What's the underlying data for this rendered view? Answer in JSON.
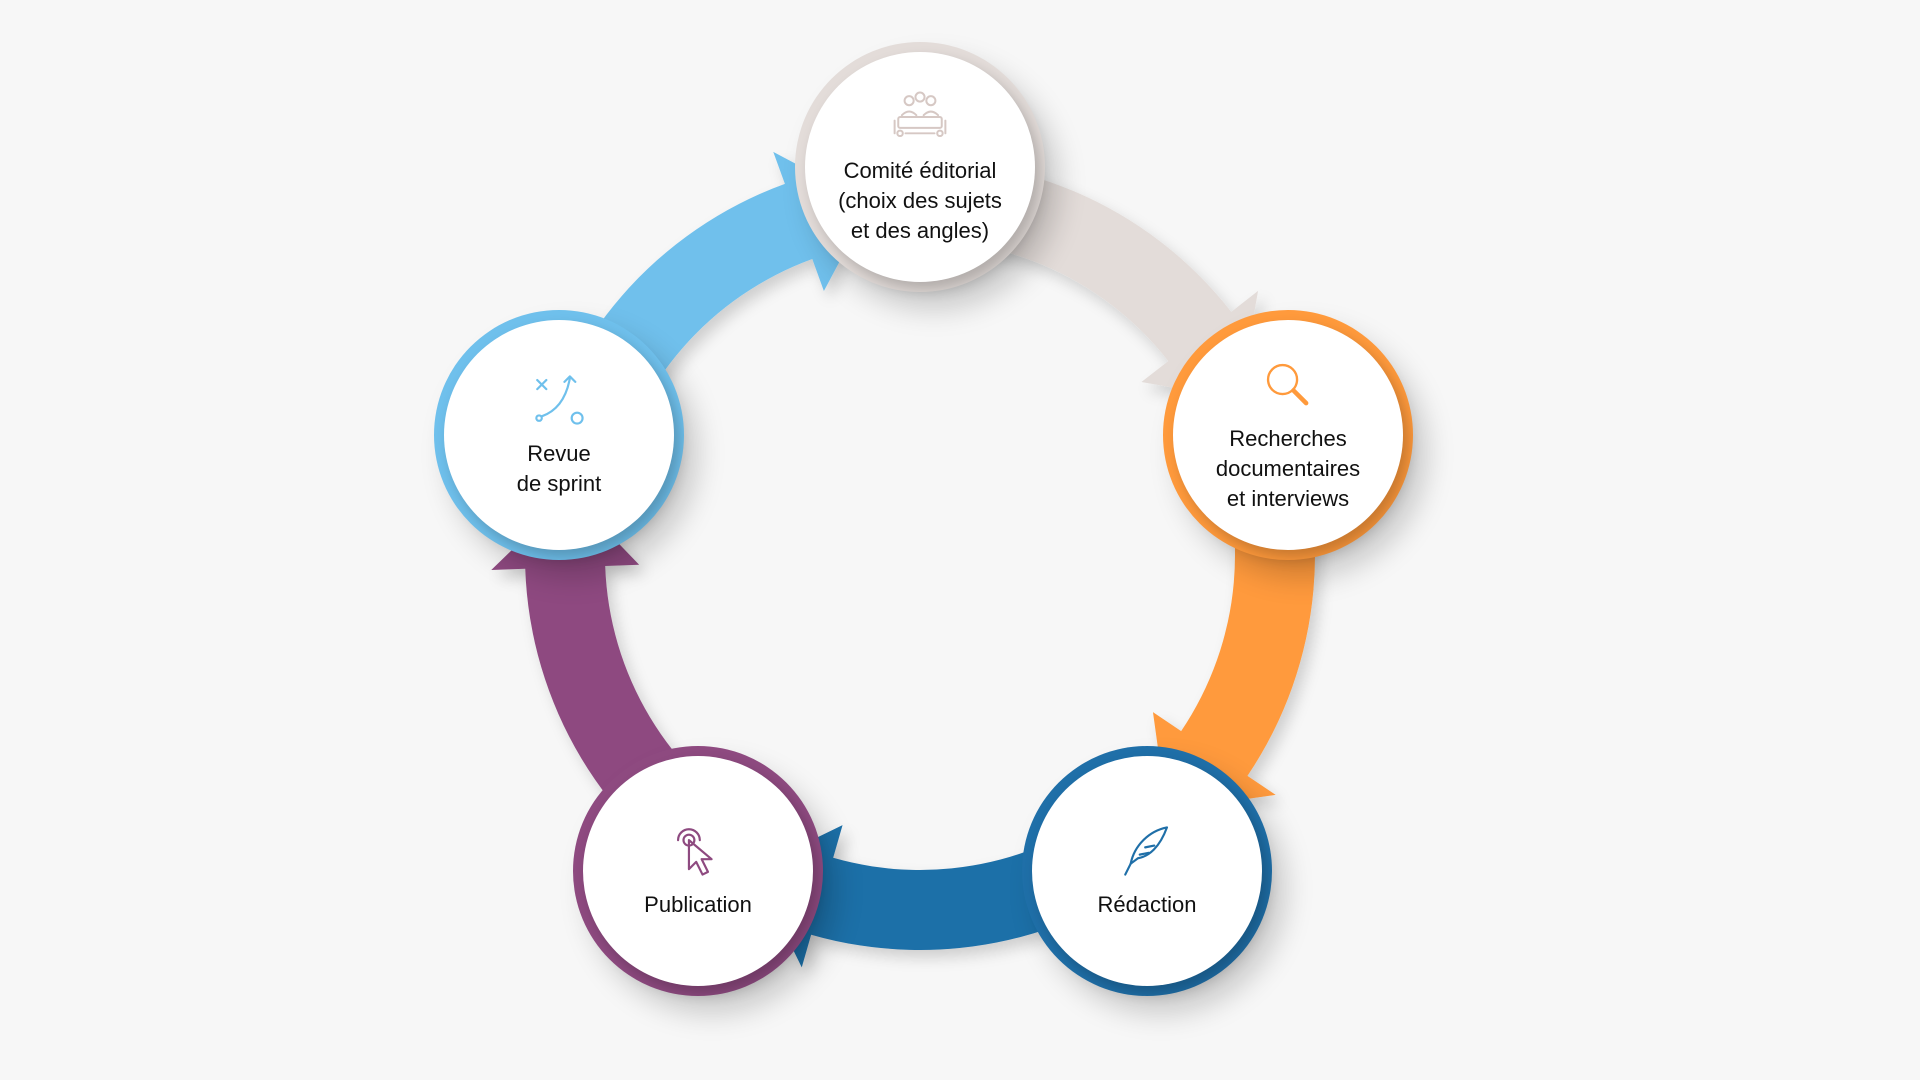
{
  "colors": {
    "background": "#f7f7f7",
    "comite": "#e3dcd9",
    "recherches": "#ff9a3c",
    "redaction": "#1f6fa8",
    "publication": "#8e4a80",
    "revue": "#6fc0ec"
  },
  "steps": [
    {
      "label": "Comité éditorial\n(choix des sujets\net des angles)",
      "icon": "meeting-table-icon"
    },
    {
      "label": "Recherches\ndocumentaires\net interviews",
      "icon": "magnifier-icon"
    },
    {
      "label": "Rédaction",
      "icon": "quill-icon"
    },
    {
      "label": "Publication",
      "icon": "click-cursor-icon"
    },
    {
      "label": "Revue\nde sprint",
      "icon": "strategy-play-icon"
    }
  ]
}
